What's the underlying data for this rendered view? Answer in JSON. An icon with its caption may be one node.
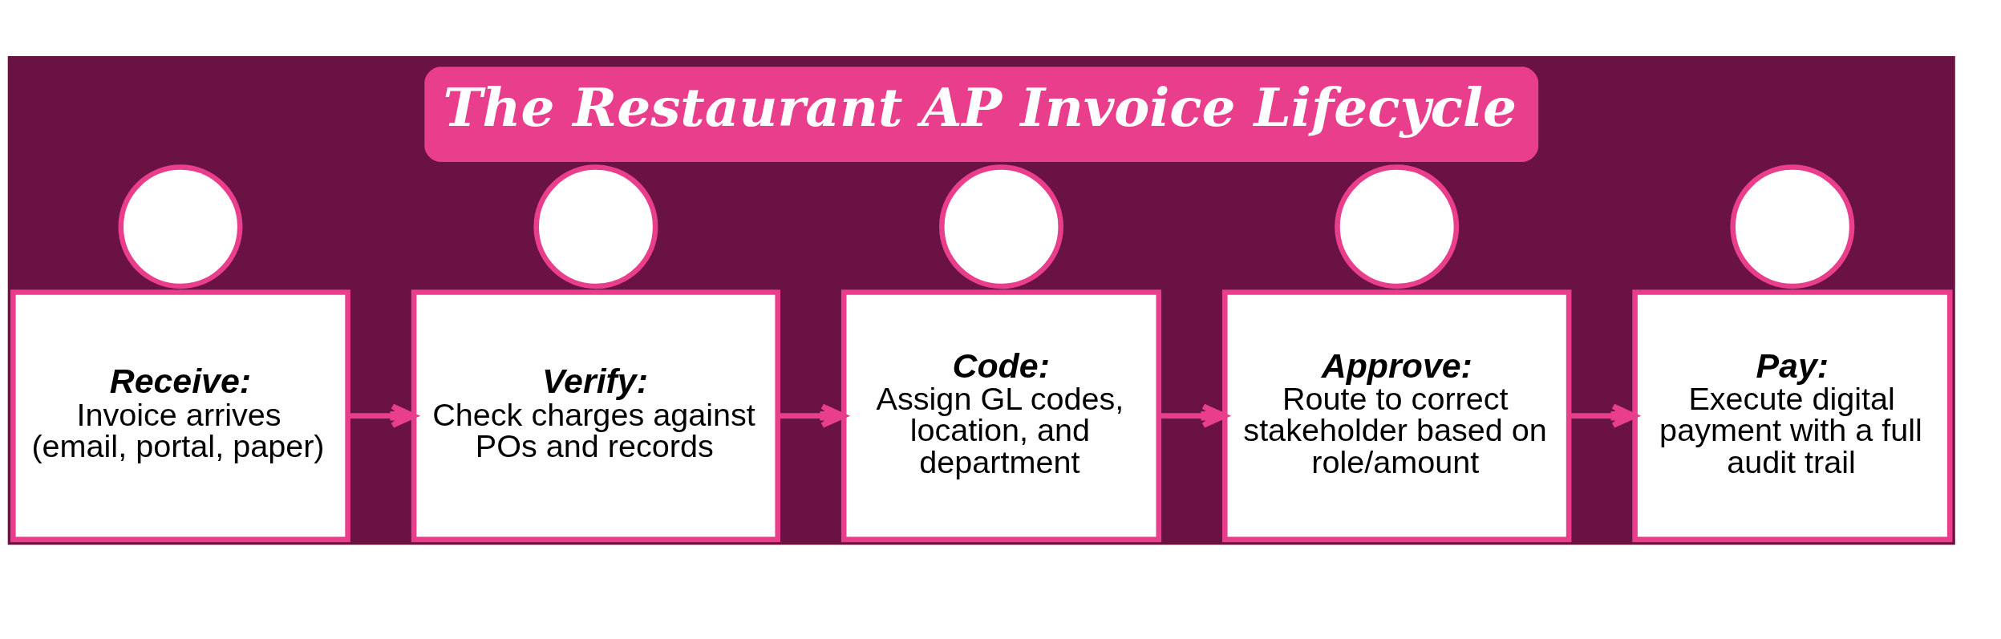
{
  "diagram": {
    "title": "The Restaurant AP Invoice Lifecycle",
    "nodes": [
      {
        "text": [],
        "shape": "circle"
      },
      {
        "text": [
          "Receive:",
          "Invoice arrives (email, portal, paper)"
        ]
      },
      {
        "text": [],
        "shape": "circle"
      },
      {
        "text": [
          "Verify:",
          "Check charges against POs and records"
        ]
      },
      {
        "text": [],
        "shape": "circle"
      },
      {
        "text": [
          "Code:",
          "Assign GL codes, location, and department"
        ]
      },
      {
        "text": [],
        "shape": "circle"
      },
      {
        "text": [
          "Approve:",
          "Route to correct stakeholder based on role/amount"
        ]
      },
      {
        "text": [],
        "shape": "circle"
      },
      {
        "text": [
          "Pay:",
          "Execute digital payment with a full audit trail"
        ]
      }
    ],
    "edges": [
      {
        "from": 1,
        "to": 3,
        "arrow": "to"
      },
      {
        "from": 3,
        "to": 5,
        "arrow": "to"
      },
      {
        "from": 5,
        "to": 7,
        "arrow": "to"
      },
      {
        "from": 7,
        "to": 9,
        "arrow": "to"
      }
    ]
  }
}
